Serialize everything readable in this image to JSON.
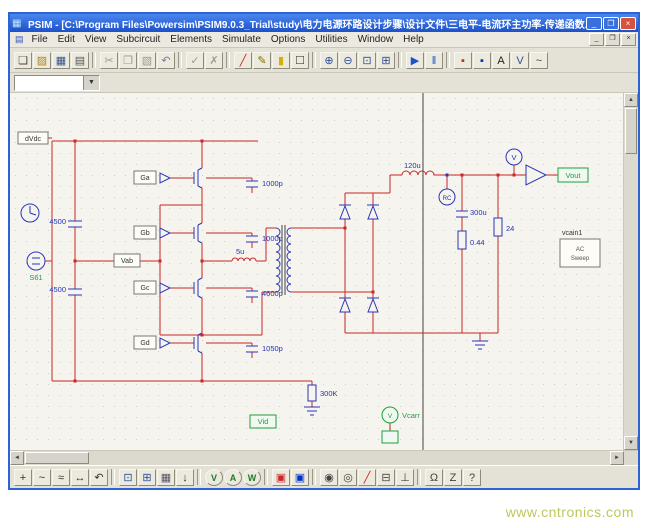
{
  "window": {
    "icon_glyph": "▦",
    "title": "PSIM - [C:\\Program Files\\Powersim\\PSIM9.0.3_Trial\\study\\电力电源环路设计步骤\\设计文件\\三电平-电流环主功率-传递函数.psimsch*]",
    "minimize": "_",
    "maximize": "❐",
    "close": "×"
  },
  "menubar": {
    "icon": "▤",
    "items": [
      {
        "name": "menu-file",
        "label": "File"
      },
      {
        "name": "menu-edit",
        "label": "Edit"
      },
      {
        "name": "menu-view",
        "label": "View"
      },
      {
        "name": "menu-subcircuit",
        "label": "Subcircuit"
      },
      {
        "name": "menu-elements",
        "label": "Elements"
      },
      {
        "name": "menu-simulate",
        "label": "Simulate"
      },
      {
        "name": "menu-options",
        "label": "Options"
      },
      {
        "name": "menu-utilities",
        "label": "Utilities"
      },
      {
        "name": "menu-window",
        "label": "Window"
      },
      {
        "name": "menu-help",
        "label": "Help"
      }
    ],
    "child_controls": {
      "minimize": "_",
      "restore": "❐",
      "close": "×"
    }
  },
  "toolbar": {
    "icons": [
      {
        "name": "new-file-icon",
        "glyph": "❏",
        "color": "#444"
      },
      {
        "name": "open-folder-icon",
        "glyph": "▨",
        "color": "#b8860b"
      },
      {
        "name": "save-icon",
        "glyph": "▦",
        "color": "#33518f"
      },
      {
        "name": "print-icon",
        "glyph": "▤",
        "color": "#555"
      },
      {
        "sep": true
      },
      {
        "name": "cut-icon",
        "glyph": "✂",
        "color": "#9a9a9a"
      },
      {
        "name": "copy-icon",
        "glyph": "❐",
        "color": "#9a9a9a"
      },
      {
        "name": "paste-icon",
        "glyph": "▧",
        "color": "#9a9a9a"
      },
      {
        "name": "undo-icon",
        "glyph": "↶",
        "color": "#7a7aa0"
      },
      {
        "sep": true
      },
      {
        "name": "apply-icon",
        "glyph": "✓",
        "color": "#9a9a9a"
      },
      {
        "name": "cancel-icon",
        "glyph": "✗",
        "color": "#9a9a9a"
      },
      {
        "sep": true
      },
      {
        "name": "wire-icon",
        "glyph": "╱",
        "color": "#cc2626"
      },
      {
        "name": "pencil-icon",
        "glyph": "✎",
        "color": "#8a6d00"
      },
      {
        "name": "highlight-icon",
        "glyph": "▮",
        "color": "#d4b106"
      },
      {
        "name": "select-icon",
        "glyph": "☐",
        "color": "#444"
      },
      {
        "sep": true
      },
      {
        "name": "zoom-in-icon",
        "glyph": "⊕",
        "color": "#2d4f9e"
      },
      {
        "name": "zoom-out-icon",
        "glyph": "⊖",
        "color": "#2d4f9e"
      },
      {
        "name": "zoom-window-icon",
        "glyph": "⊡",
        "color": "#2d4f9e"
      },
      {
        "name": "zoom-fit-icon",
        "glyph": "⊞",
        "color": "#2d4f9e"
      },
      {
        "sep": true
      },
      {
        "name": "run-simulation-icon",
        "glyph": "▶",
        "color": "#1a52cc"
      },
      {
        "name": "pause-simulation-icon",
        "glyph": "‖",
        "color": "#1a52cc"
      },
      {
        "sep": true
      },
      {
        "name": "simview-icon",
        "glyph": "▪",
        "color": "#cc2626"
      },
      {
        "name": "properties-icon",
        "glyph": "▪",
        "color": "#0033cc"
      },
      {
        "name": "text-icon",
        "glyph": "A",
        "color": "#222"
      },
      {
        "name": "voltage-probe-icon",
        "glyph": "V",
        "color": "#33518f"
      },
      {
        "name": "curve-icon",
        "glyph": "~",
        "color": "#444"
      }
    ]
  },
  "combo": {
    "value": "",
    "arrow": "▼"
  },
  "scrollbars": {
    "up": "▲",
    "down": "▼",
    "left": "◄",
    "right": "►"
  },
  "bottom_toolbar": {
    "icons": [
      {
        "name": "crosshair-tool-icon",
        "glyph": "+",
        "color": "#333"
      },
      {
        "name": "sine-wave-icon",
        "glyph": "~",
        "color": "#333"
      },
      {
        "name": "double-wave-icon",
        "glyph": "≈",
        "color": "#333"
      },
      {
        "name": "flip-horizontal-icon",
        "glyph": "↔",
        "color": "#333"
      },
      {
        "name": "rotate-icon",
        "glyph": "↶",
        "color": "#333"
      },
      {
        "sep": true
      },
      {
        "name": "zoom-window-icon",
        "glyph": "⊡",
        "color": "#2d4f9e"
      },
      {
        "name": "zoom-fit-icon",
        "glyph": "⊞",
        "color": "#2d4f9e"
      },
      {
        "name": "grid-icon",
        "glyph": "▦",
        "color": "#556"
      },
      {
        "name": "move-down-icon",
        "glyph": "↓",
        "color": "#333"
      },
      {
        "sep": true
      },
      {
        "name": "voltage-probe-icon",
        "glyph": "V",
        "color": "#1f7a2e",
        "cls": "circ"
      },
      {
        "name": "current-probe-icon",
        "glyph": "A",
        "color": "#1f7a2e",
        "cls": "circ"
      },
      {
        "name": "wattmeter-probe-icon",
        "glyph": "W",
        "color": "#1f7a2e",
        "cls": "circ"
      },
      {
        "sep": true
      },
      {
        "name": "simview-icon",
        "glyph": "▣",
        "color": "#cc2626"
      },
      {
        "name": "simcoder-icon",
        "glyph": "▣",
        "color": "#0033cc"
      },
      {
        "sep": true
      },
      {
        "name": "node-probe-icon",
        "glyph": "◉",
        "color": "#444"
      },
      {
        "name": "scope-icon",
        "glyph": "◎",
        "color": "#444"
      },
      {
        "name": "wire-tool-icon",
        "glyph": "╱",
        "color": "#cc2626"
      },
      {
        "name": "label-tool-icon",
        "glyph": "⊟",
        "color": "#444"
      },
      {
        "name": "ground-tool-icon",
        "glyph": "⊥",
        "color": "#444"
      },
      {
        "sep": true
      },
      {
        "name": "resistor-tool-icon",
        "glyph": "Ω",
        "color": "#444"
      },
      {
        "name": "zoom-tool-icon",
        "glyph": "Z",
        "color": "#444"
      },
      {
        "name": "help-tool-icon",
        "glyph": "?",
        "color": "#444"
      }
    ]
  },
  "schematic": {
    "colors": {
      "wire": "#cc2626",
      "component": "#2d35b5",
      "label_blue": "#2233bb",
      "label_green": "#1f9e40"
    },
    "labels": {
      "dvdc": "dVdc",
      "s61": "S61",
      "cap_top": "4500",
      "cap_bottom": "4500",
      "vab": "Vab",
      "ga": "Ga",
      "gb": "Gb",
      "gc": "Gc",
      "gd": "Gd",
      "c1": "1000p",
      "c2": "1000p",
      "c3": "4600p",
      "c4": "1050p",
      "l_series": "5u",
      "l_out": "120u",
      "rc": "RC",
      "vm": "V",
      "vout": "Vout",
      "c_load": "300u",
      "r_load": "0.44",
      "r_load2": "24",
      "block_name": "vcain1",
      "block_line1": "AC",
      "block_line2": "Sweep",
      "r_fb": "300K",
      "vid": "Vid",
      "vcarr_v": "V",
      "vcarr": "Vcarr"
    }
  },
  "watermark": "www.cntronics.com"
}
